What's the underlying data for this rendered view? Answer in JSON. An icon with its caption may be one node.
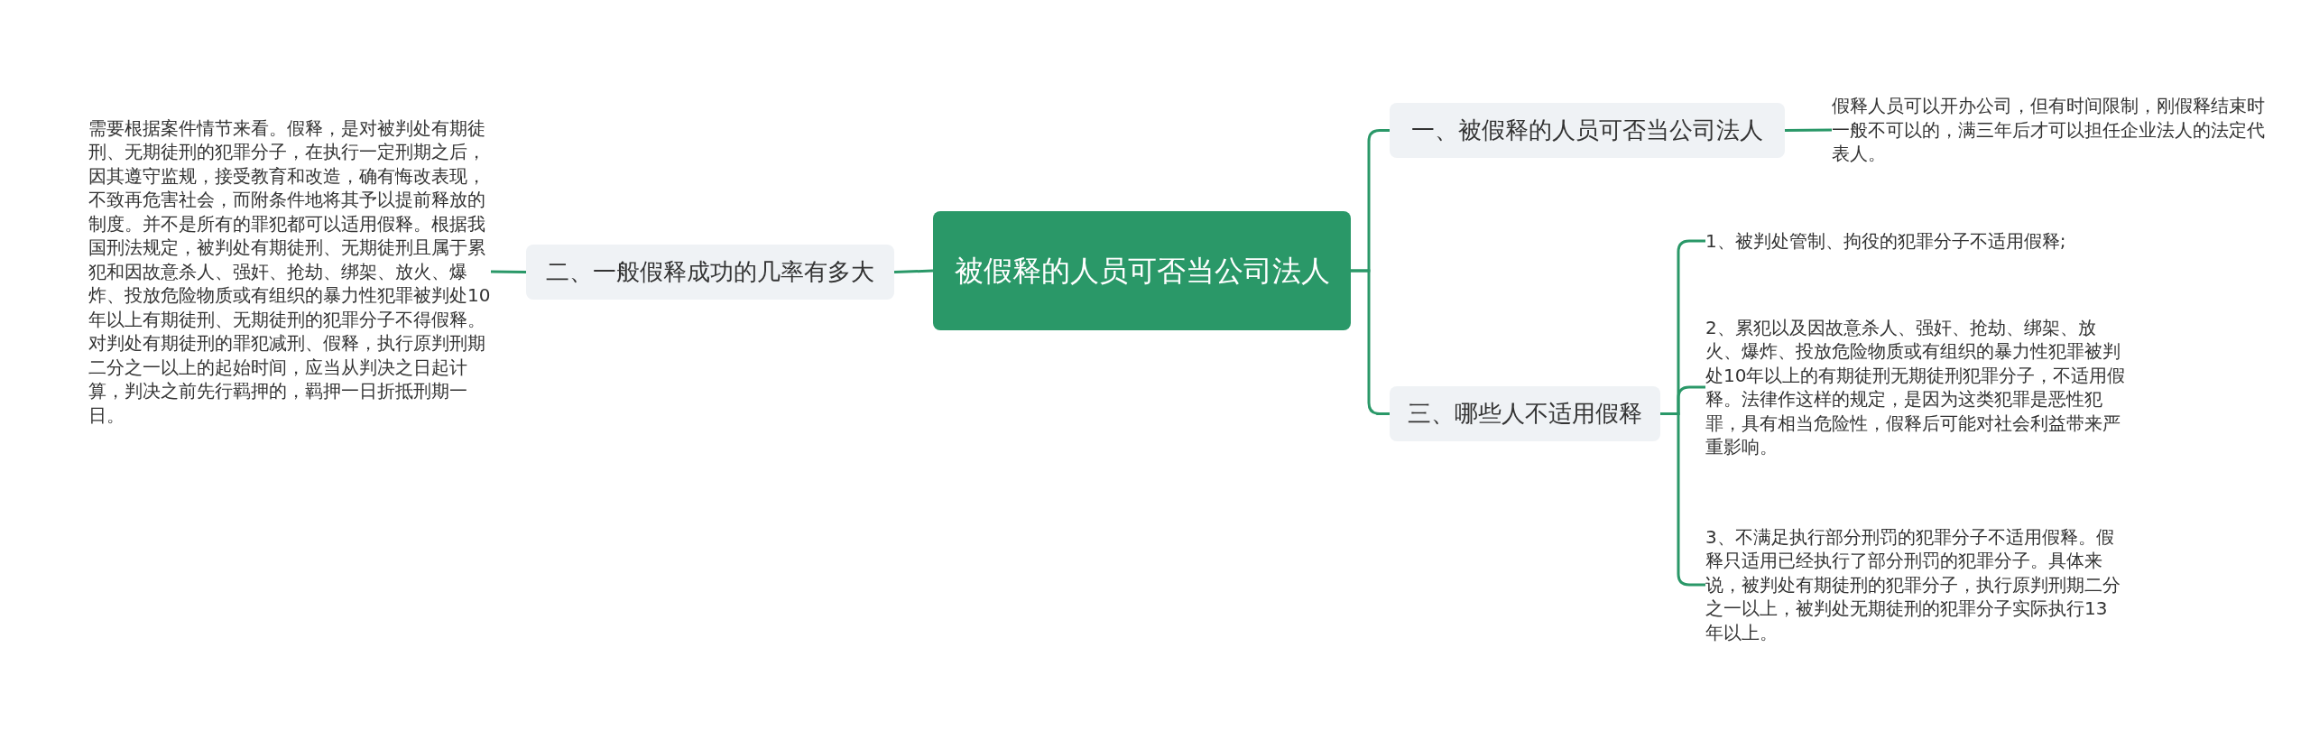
{
  "diagram": {
    "nodes": [
      {
        "text": [
          "被假释的人员可否当公司法人"
        ]
      },
      {
        "text": [
          "一、被假释的人员可否当公司法人"
        ]
      },
      {
        "text": [
          "假释人员可以开办公司，但有时间限制，刚假释结束时一般不可以的，满三年后才可以担任企业法人的法定代表人。"
        ]
      },
      {
        "text": [
          "三、哪些人不适用假释"
        ]
      },
      {
        "text": [
          "1、被判处管制、拘役的犯罪分子不适用假释;"
        ]
      },
      {
        "text": [
          "2、累犯以及因故意杀人、强奸、抢劫、绑架、放火、爆炸、投放危险物质或有组织的暴力性犯罪被判处10年以上的有期徒刑无期徒刑犯罪分子，不适用假释。法律作这样的规定，是因为这类犯罪是恶性犯罪，具有相当危险性，假释后可能对社会利益带来严重影响。"
        ]
      },
      {
        "text": [
          "3、不满足执行部分刑罚的犯罪分子不适用假释。假释只适用已经执行了部分刑罚的犯罪分子。具体来说，被判处有期徒刑的犯罪分子，执行原判刑期二分之一以上，被判处无期徒刑的犯罪分子实际执行13年以上。"
        ]
      },
      {
        "text": [
          "二、一般假释成功的几率有多大"
        ]
      },
      {
        "text": [
          "需要根据案件情节来看。假释，是对被判处有期徒刑、无期徒刑的犯罪分子，在执行一定刑期之后，因其遵守监规，接受教育和改造，确有悔改表现，不致再危害社会，而附条件地将其予以提前释放的制度。并不是所有的罪犯都可以适用假释。根据我国刑法规定，被判处有期徒刑、无期徒刑且属于累犯和因故意杀人、强奸、抢劫、绑架、放火、爆炸、投放危险物质或有组织的暴力性犯罪被判处10年以上有期徒刑、无期徒刑的犯罪分子不得假释。对判处有期徒刑的罪犯减刑、假释，执行原判刑期二分之一以上的起始时间，应当从判决之日起计算，判决之前先行羁押的，羁押一日折抵刑期一日。"
        ]
      }
    ],
    "edges": [
      {
        "from": 0,
        "to": 1,
        "arrow": "none"
      },
      {
        "from": 1,
        "to": 2,
        "arrow": "none"
      },
      {
        "from": 0,
        "to": 3,
        "arrow": "none"
      },
      {
        "from": 3,
        "to": 4,
        "arrow": "none"
      },
      {
        "from": 3,
        "to": 5,
        "arrow": "none"
      },
      {
        "from": 3,
        "to": 6,
        "arrow": "none"
      },
      {
        "from": 0,
        "to": 7,
        "arrow": "none"
      },
      {
        "from": 7,
        "to": 8,
        "arrow": "none"
      }
    ]
  }
}
